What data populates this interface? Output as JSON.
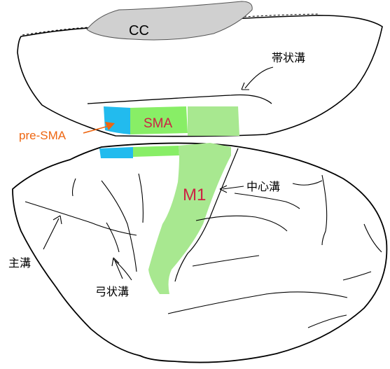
{
  "labels": {
    "cc": "CC",
    "cingulate_sulcus": "帯状溝",
    "sma": "SMA",
    "pre_sma": "pre-SMA",
    "central_sulcus": "中心溝",
    "m1": "M1",
    "principal_sulcus": "主溝",
    "arcuate_sulcus": "弓状溝"
  },
  "colors": {
    "sma_green": "#88ee66",
    "m1_green": "#a8e890",
    "pre_sma_blue": "#22bbee",
    "cc_gray": "#d0d0d0",
    "area_label_red": "#cc2244",
    "pre_sma_label_orange": "#ee6611",
    "outline": "#000000"
  }
}
